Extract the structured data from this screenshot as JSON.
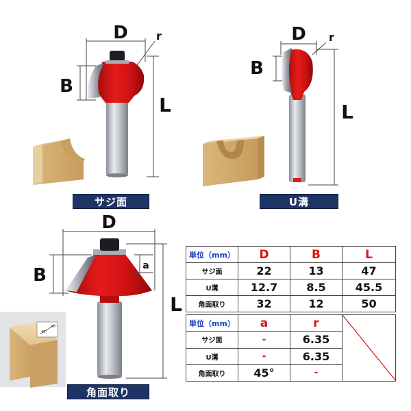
{
  "captions": {
    "ogee": "サジ面",
    "u_groove": "U溝",
    "chamfer": "角面取り"
  },
  "dim_labels": {
    "ogee_d": "D",
    "ogee_r": "r",
    "ogee_b": "B",
    "ogee_l": "L",
    "u_d": "D",
    "u_r": "r",
    "u_b": "B",
    "u_l": "L",
    "ch_d": "D",
    "ch_b": "B",
    "ch_a": "a",
    "ch_l": "L",
    "angle_a": "45°",
    "angle_b": "45°"
  },
  "table1": {
    "unit_header": "単位（mm）",
    "columns": [
      "D",
      "B",
      "L"
    ],
    "rows": [
      {
        "label": "サジ面",
        "values": [
          "22",
          "13",
          "47"
        ]
      },
      {
        "label": "U溝",
        "values": [
          "12.7",
          "8.5",
          "45.5"
        ]
      },
      {
        "label": "角面取り",
        "values": [
          "32",
          "12",
          "50"
        ]
      }
    ]
  },
  "table2": {
    "unit_header": "単位（mm）",
    "columns": [
      "a",
      "r"
    ],
    "rows": [
      {
        "label": "サジ面",
        "values": [
          "-",
          "6.35"
        ]
      },
      {
        "label": "U溝",
        "values": [
          "-",
          "6.35"
        ]
      },
      {
        "label": "角面取り",
        "values": [
          "45°",
          "-"
        ]
      }
    ]
  },
  "colors": {
    "bit_red": "#d81414",
    "shank": "#b8bcc4",
    "wood": "#e3c491",
    "caption_bg": "#1f3466",
    "header_blue": "#1a3dbf",
    "accent_red": "#d81414"
  }
}
